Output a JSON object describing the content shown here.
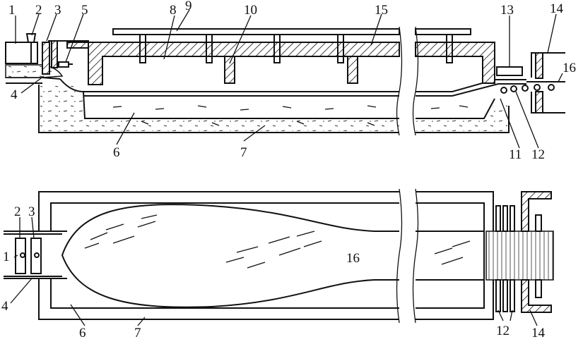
{
  "labels": {
    "top": [
      "1",
      "2",
      "3",
      "5",
      "8",
      "9",
      "10",
      "15",
      "13",
      "14",
      "16",
      "4",
      "6",
      "7",
      "11",
      "12"
    ],
    "bottom": [
      "2",
      "3",
      "1",
      "4",
      "16",
      "6",
      "7",
      "12",
      "14"
    ]
  },
  "colors": {
    "line": "#111111",
    "background": "#ffffff"
  }
}
